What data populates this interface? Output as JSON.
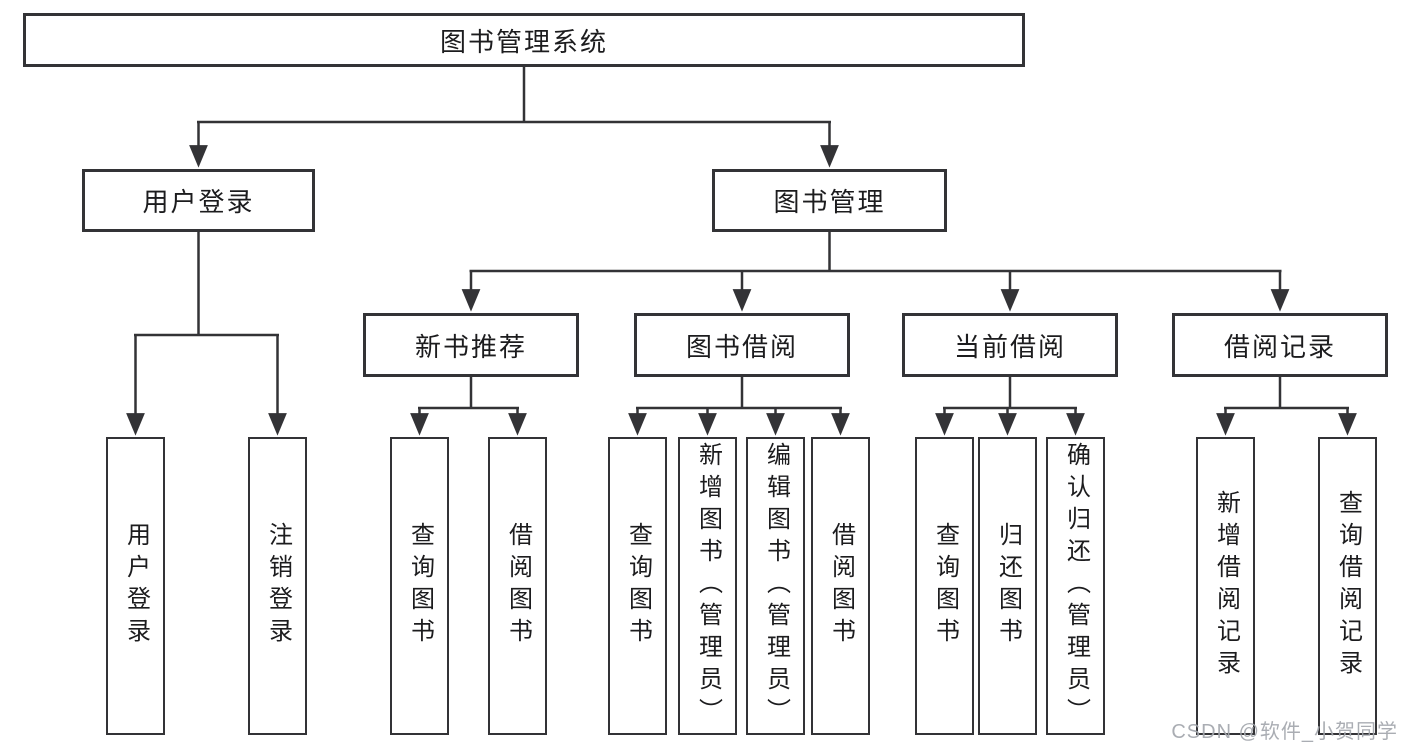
{
  "title": "图书管理系统",
  "watermark": "CSDN @软件_小贺同学",
  "colors": {
    "line": "#333336",
    "box_border": "#333336",
    "box_fill": "#ffffff",
    "text": "#1c1c1e",
    "background": "#ffffff",
    "watermark": "#a3a7ad"
  },
  "tree": {
    "root": "图书管理系统",
    "branches": [
      {
        "label": "用户登录",
        "children": [
          "用户登录",
          "注销登录"
        ]
      },
      {
        "label": "图书管理",
        "children": [
          {
            "label": "新书推荐",
            "children": [
              "查询图书",
              "借阅图书"
            ]
          },
          {
            "label": "图书借阅",
            "children": [
              "查询图书",
              "新增图书（管理员）",
              "编辑图书（管理员）",
              "借阅图书"
            ]
          },
          {
            "label": "当前借阅",
            "children": [
              "查询图书",
              "归还图书",
              "确认归还（管理员）"
            ]
          },
          {
            "label": "借阅记录",
            "children": [
              "新增借阅记录",
              "查询借阅记录"
            ]
          }
        ]
      }
    ]
  }
}
